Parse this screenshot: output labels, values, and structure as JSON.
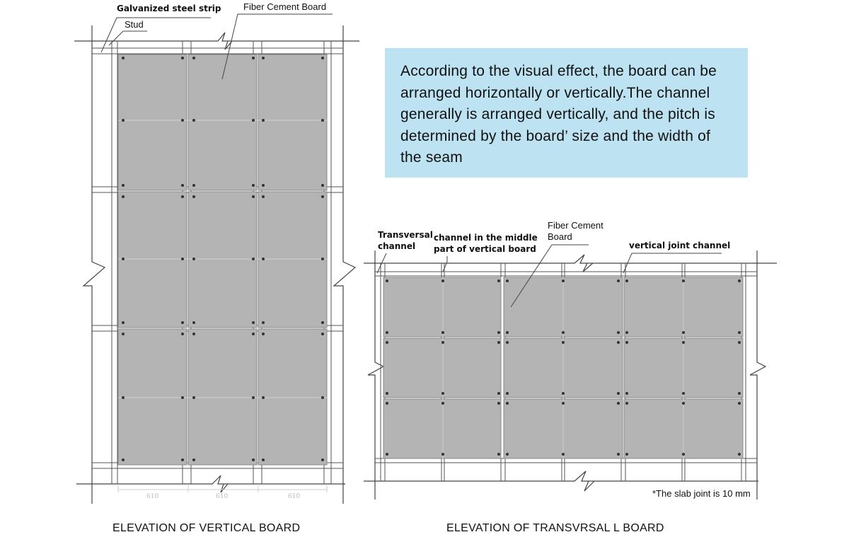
{
  "vertical": {
    "label_strip": "Galvanized steel strip",
    "label_stud": "Stud",
    "label_board": "Fiber Cement Board",
    "dimensions": [
      "610",
      "610",
      "610"
    ],
    "caption": "ELEVATION OF VERTICAL BOARD"
  },
  "transversal": {
    "label_transversal": "Transversal\nchannel",
    "label_middle": "channel in the middle\npart of vertical board",
    "label_board": "Fiber Cement\nBoard",
    "label_vertical_joint": "vertical joint channel",
    "note": "*The slab joint is 10 mm",
    "caption": "ELEVATION OF TRANSVRSAL L BOARD"
  },
  "info_box": {
    "text": "According to the visual effect, the board can be arranged horizontally or vertically.The channel generally is arranged vertically, and the pitch is determined by the board’ size and the width of the seam"
  },
  "colors": {
    "board": "#b4b4b4",
    "info_bg": "#bde3f3",
    "line": "#555555"
  }
}
